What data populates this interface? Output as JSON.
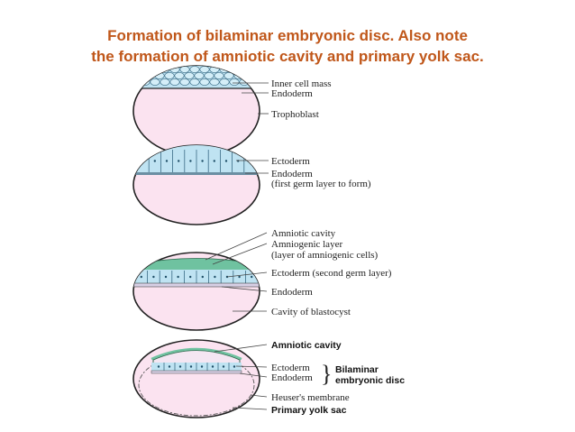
{
  "header": {
    "title_line1": "Formation of bilaminar embryonic disc. Also note",
    "title_line2": "the formation of amniotic cavity and primary yolk sac."
  },
  "colors": {
    "title": "#c0571a",
    "cavity_fill": "#fbe3f0",
    "cell_fill": "#bfe3f2",
    "endoderm_fill": "#d8d0e6",
    "amnion_fill": "#6fc2a0"
  },
  "stage1": {
    "labels": [
      "Inner cell mass",
      "Endoderm",
      "Trophoblast"
    ]
  },
  "stage2": {
    "labels": [
      "Ectoderm",
      "Endoderm",
      "(first germ layer to form)"
    ]
  },
  "stage3": {
    "labels": [
      "Amniotic cavity",
      "Amniogenic layer",
      "(layer of amniogenic cells)",
      "Ectoderm (second germ layer)",
      "Endoderm",
      "Cavity of blastocyst"
    ]
  },
  "stage4": {
    "labels": [
      "Amniotic cavity",
      "Ectoderm",
      "Endoderm",
      "Bilaminar",
      "embryonic disc",
      "Heuser's membrane",
      "Primary yolk sac"
    ]
  }
}
